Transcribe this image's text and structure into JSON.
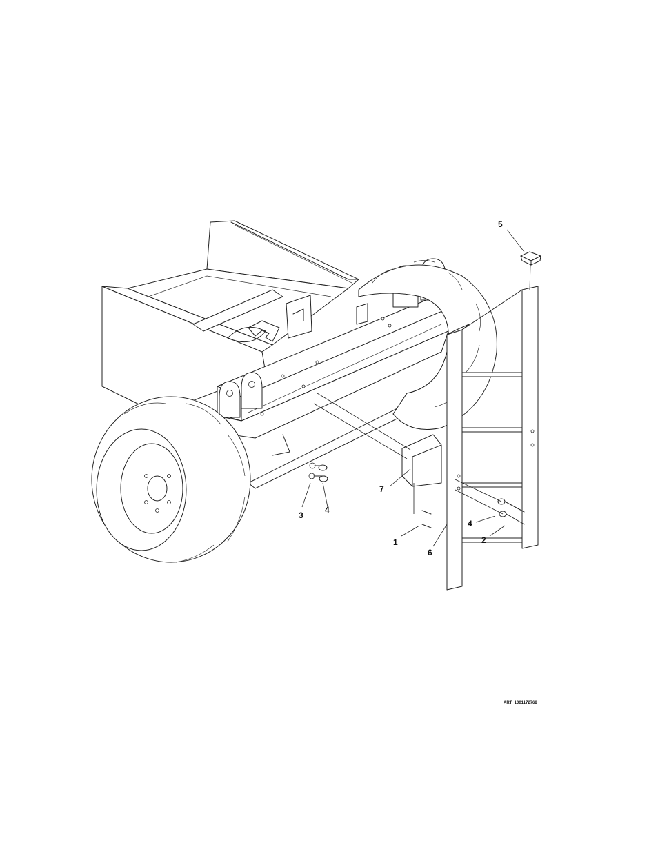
{
  "figure": {
    "art_reference": "ART_1001172768",
    "callouts": [
      {
        "id": "callout-1",
        "label": "1"
      },
      {
        "id": "callout-2",
        "label": "2"
      },
      {
        "id": "callout-3",
        "label": "3"
      },
      {
        "id": "callout-4a",
        "label": "4"
      },
      {
        "id": "callout-4b",
        "label": "4"
      },
      {
        "id": "callout-5",
        "label": "5"
      },
      {
        "id": "callout-6",
        "label": "6"
      },
      {
        "id": "callout-7",
        "label": "7"
      }
    ]
  }
}
